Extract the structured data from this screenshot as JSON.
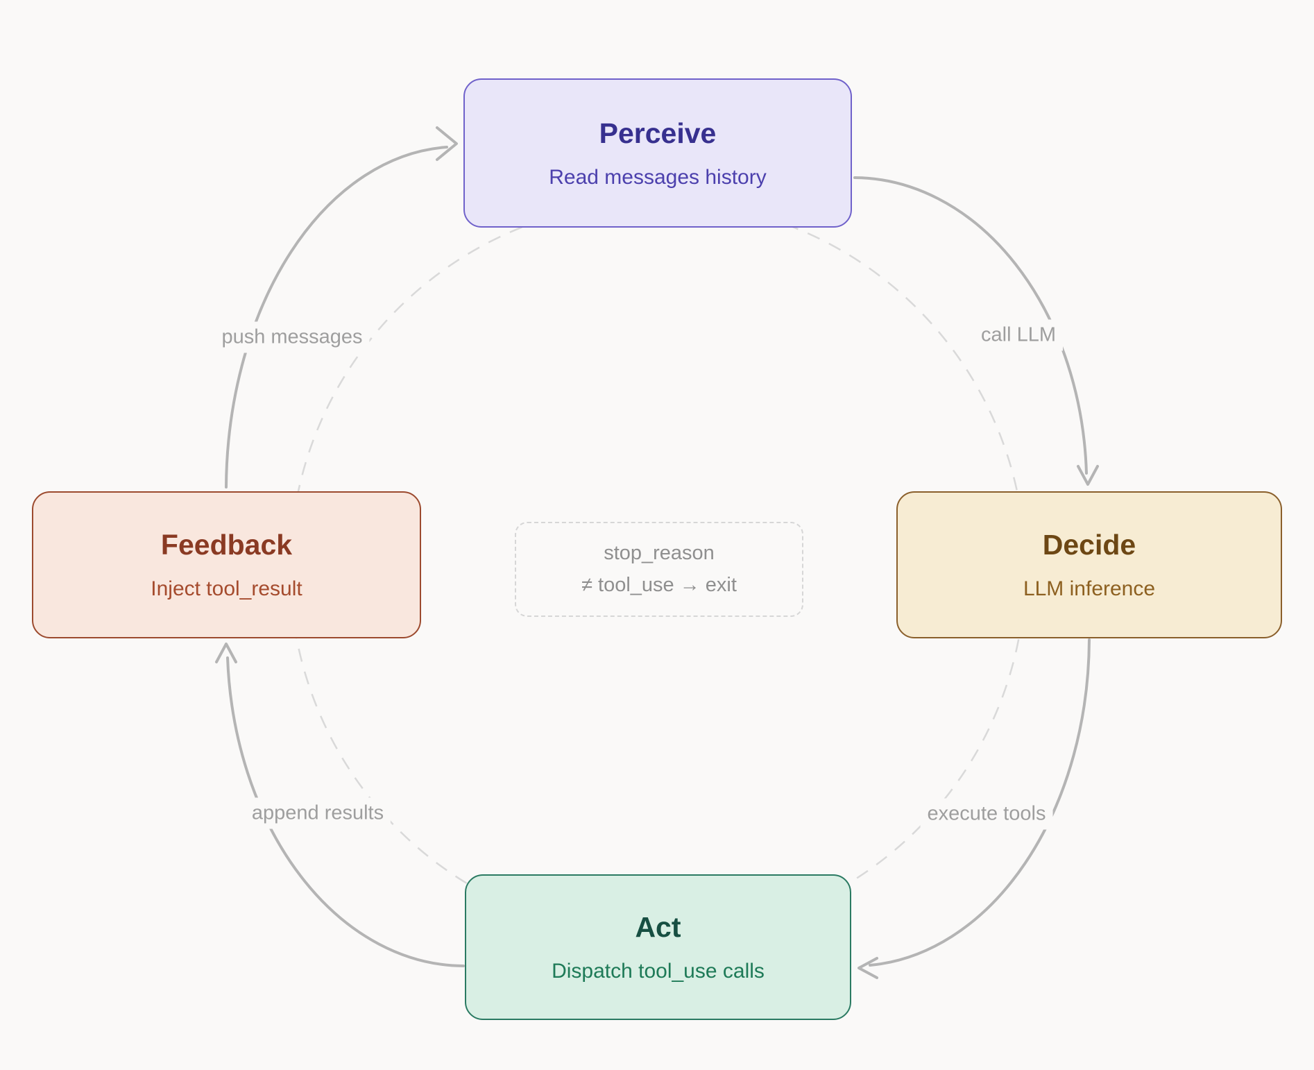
{
  "diagram": {
    "nodes": {
      "perceive": {
        "title": "Perceive",
        "subtitle": "Read messages history",
        "fill": "#e9e6f9",
        "border": "#6f61ca",
        "title_color": "#37308f",
        "subtitle_color": "#4c40ad"
      },
      "decide": {
        "title": "Decide",
        "subtitle": "LLM inference",
        "fill": "#f7ecd3",
        "border": "#8a5f2b",
        "title_color": "#6d4714",
        "subtitle_color": "#8d6020"
      },
      "act": {
        "title": "Act",
        "subtitle": "Dispatch tool_use calls",
        "fill": "#d9efe4",
        "border": "#2a7a62",
        "title_color": "#174f42",
        "subtitle_color": "#1e7a57"
      },
      "feedback": {
        "title": "Feedback",
        "subtitle": "Inject tool_result",
        "fill": "#f9e7de",
        "border": "#9c4a2e",
        "title_color": "#8a3a23",
        "subtitle_color": "#a54b2d"
      }
    },
    "edges": {
      "push_messages": {
        "label": "push messages"
      },
      "call_llm": {
        "label": "call LLM"
      },
      "execute_tools": {
        "label": "execute tools"
      },
      "append_results": {
        "label": "append results"
      }
    },
    "exit_condition": {
      "line1": "stop_reason",
      "line2": "≠ tool_use → exit"
    },
    "colors": {
      "background": "#faf9f8",
      "arrow": "#b4b4b4",
      "dashed_circle": "#d9d9d9",
      "label_text": "#9e9e9e",
      "exit_border": "#d6d6d6",
      "exit_text": "#8f8f8f"
    }
  }
}
